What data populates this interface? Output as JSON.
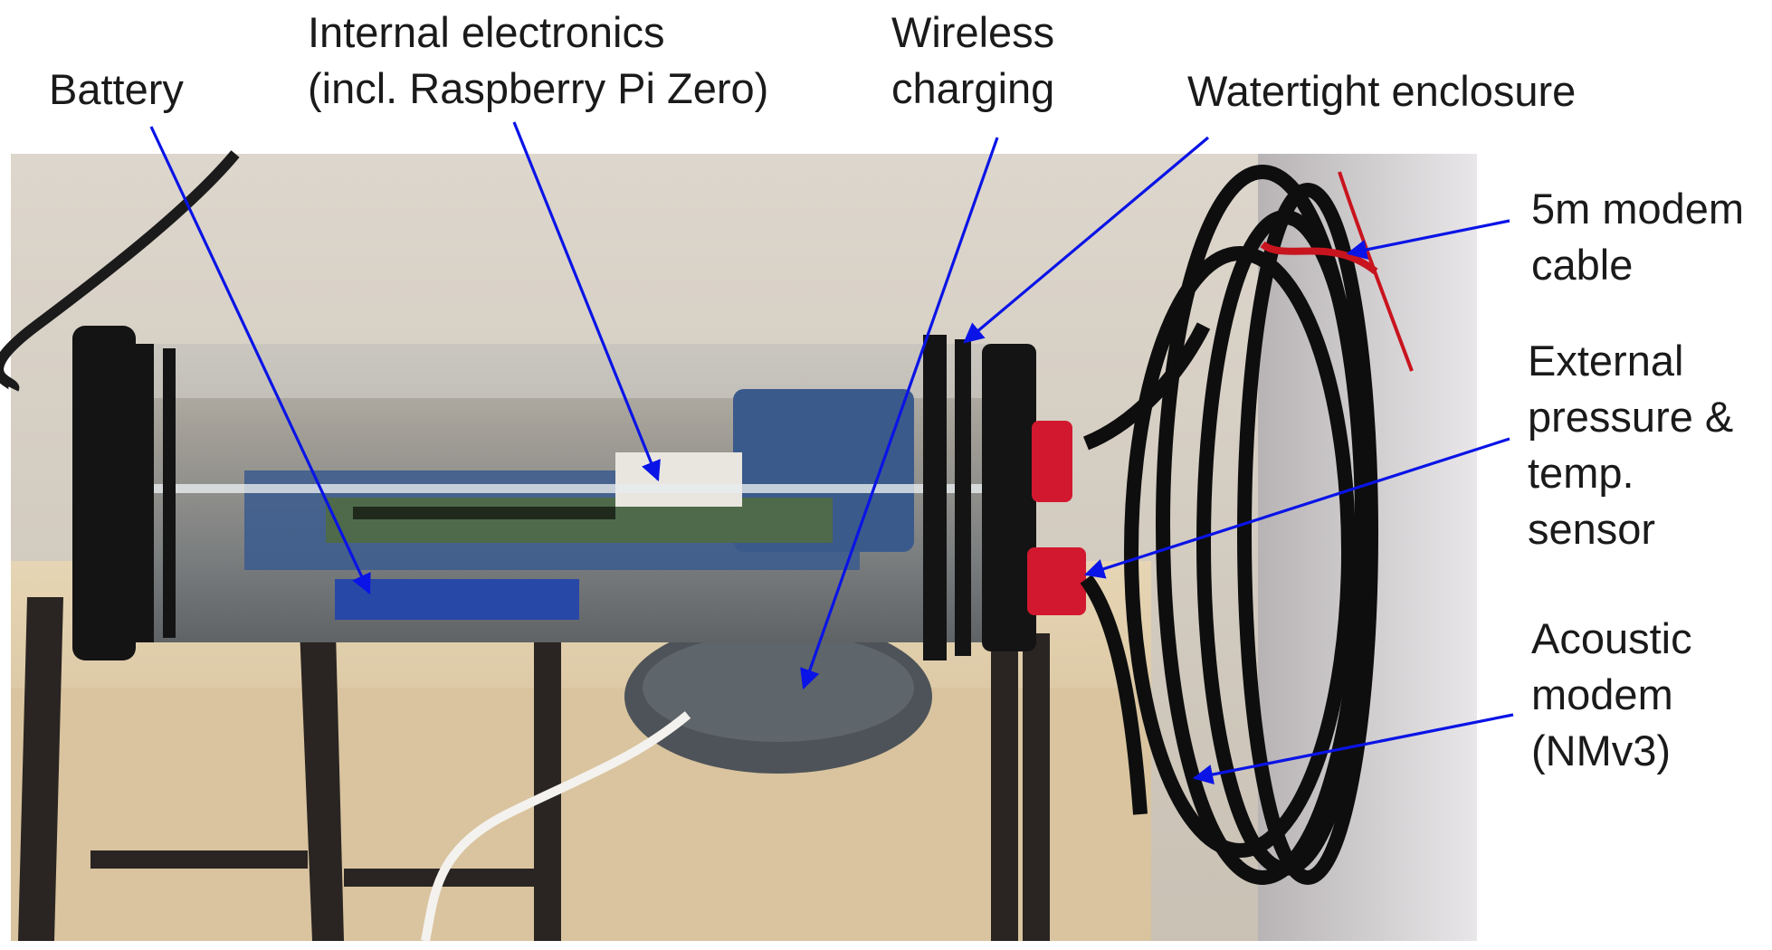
{
  "labels": {
    "battery": "Battery",
    "electronics_1": "Internal electronics",
    "electronics_2": "(incl. Raspberry Pi Zero)",
    "wireless_1": "Wireless",
    "wireless_2": "charging",
    "enclosure": "Watertight enclosure",
    "cable_1": "5m modem",
    "cable_2": "cable",
    "sensor_1": "External",
    "sensor_2": "pressure &",
    "sensor_3": "temp.",
    "sensor_4": "sensor",
    "modem_1": "Acoustic",
    "modem_2": "modem",
    "modem_3": "(NMv3)"
  },
  "colors": {
    "arrow": "#0a14e6",
    "text": "#1a1a1a"
  }
}
